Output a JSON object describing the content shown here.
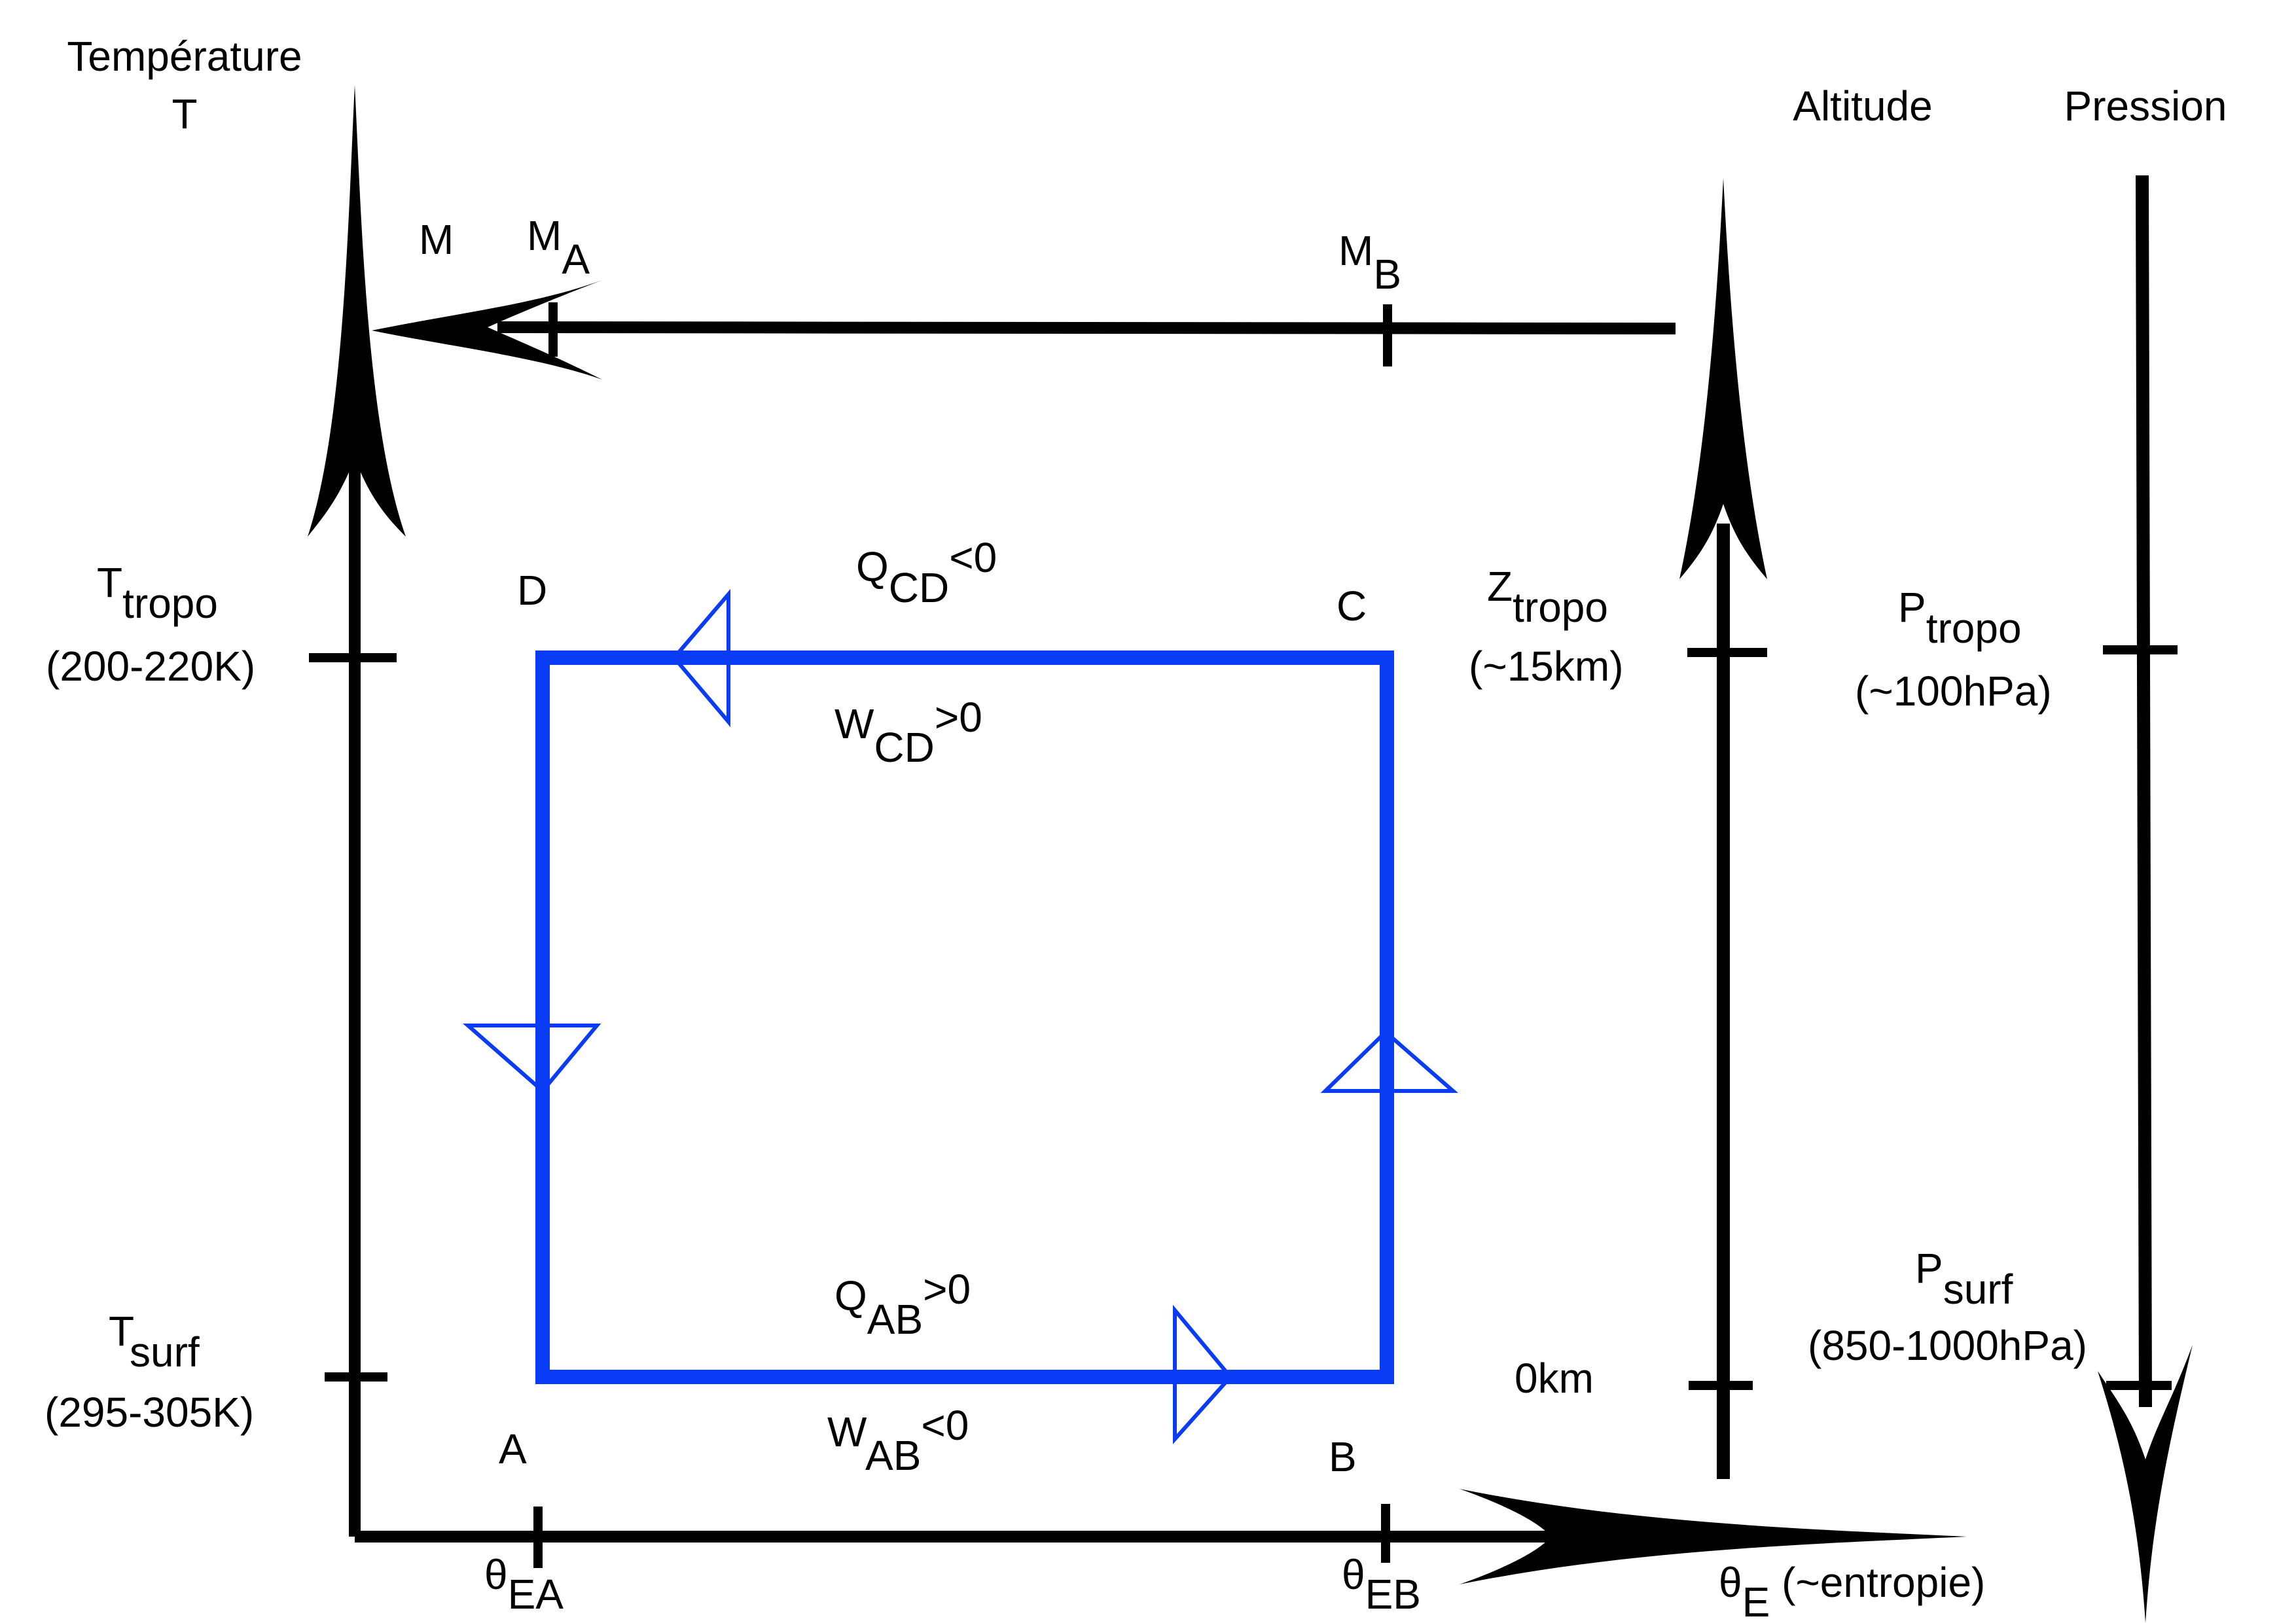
{
  "axes": {
    "temperature": {
      "label_line1": "Température",
      "label_line2": "T"
    },
    "altitude": {
      "label": "Altitude"
    },
    "pressure": {
      "label": "Pression"
    },
    "entropy": {
      "label_main": "θ",
      "label_sub": "E",
      "label_suffix": " (~entropie)"
    }
  },
  "top_axis": {
    "m": "M",
    "ma": {
      "main": "M",
      "sub": "A"
    },
    "mb": {
      "main": "M",
      "sub": "B"
    }
  },
  "temperature_ticks": {
    "tropo": {
      "main": "T",
      "sub": "tropo",
      "range": "(200-220K)"
    },
    "surf": {
      "main": "T",
      "sub": "surf",
      "range": "(295-305K)"
    }
  },
  "altitude_ticks": {
    "tropo": {
      "main": "Z",
      "sub": "tropo",
      "range": "(~15km)"
    },
    "surf": {
      "label": "0km"
    }
  },
  "pressure_ticks": {
    "tropo": {
      "main": "P",
      "sub": "tropo",
      "range": "(~100hPa)"
    },
    "surf": {
      "main": "P",
      "sub": "surf",
      "range": "(850-1000hPa)"
    }
  },
  "entropy_ticks": {
    "a": {
      "main": "θ",
      "sub": "EA"
    },
    "b": {
      "main": "θ",
      "sub": "EB"
    }
  },
  "cycle": {
    "color": "#0a3cf5",
    "corners": {
      "a": "A",
      "b": "B",
      "c": "C",
      "d": "D"
    },
    "q_cd": {
      "main": "Q",
      "sub": "CD",
      "sup": "<0"
    },
    "w_cd": {
      "main": "W",
      "sub": "CD",
      "sup": ">0"
    },
    "q_ab": {
      "main": "Q",
      "sub": "AB",
      "sup": ">0"
    },
    "w_ab": {
      "main": "W",
      "sub": "AB",
      "sup": "<0"
    }
  }
}
